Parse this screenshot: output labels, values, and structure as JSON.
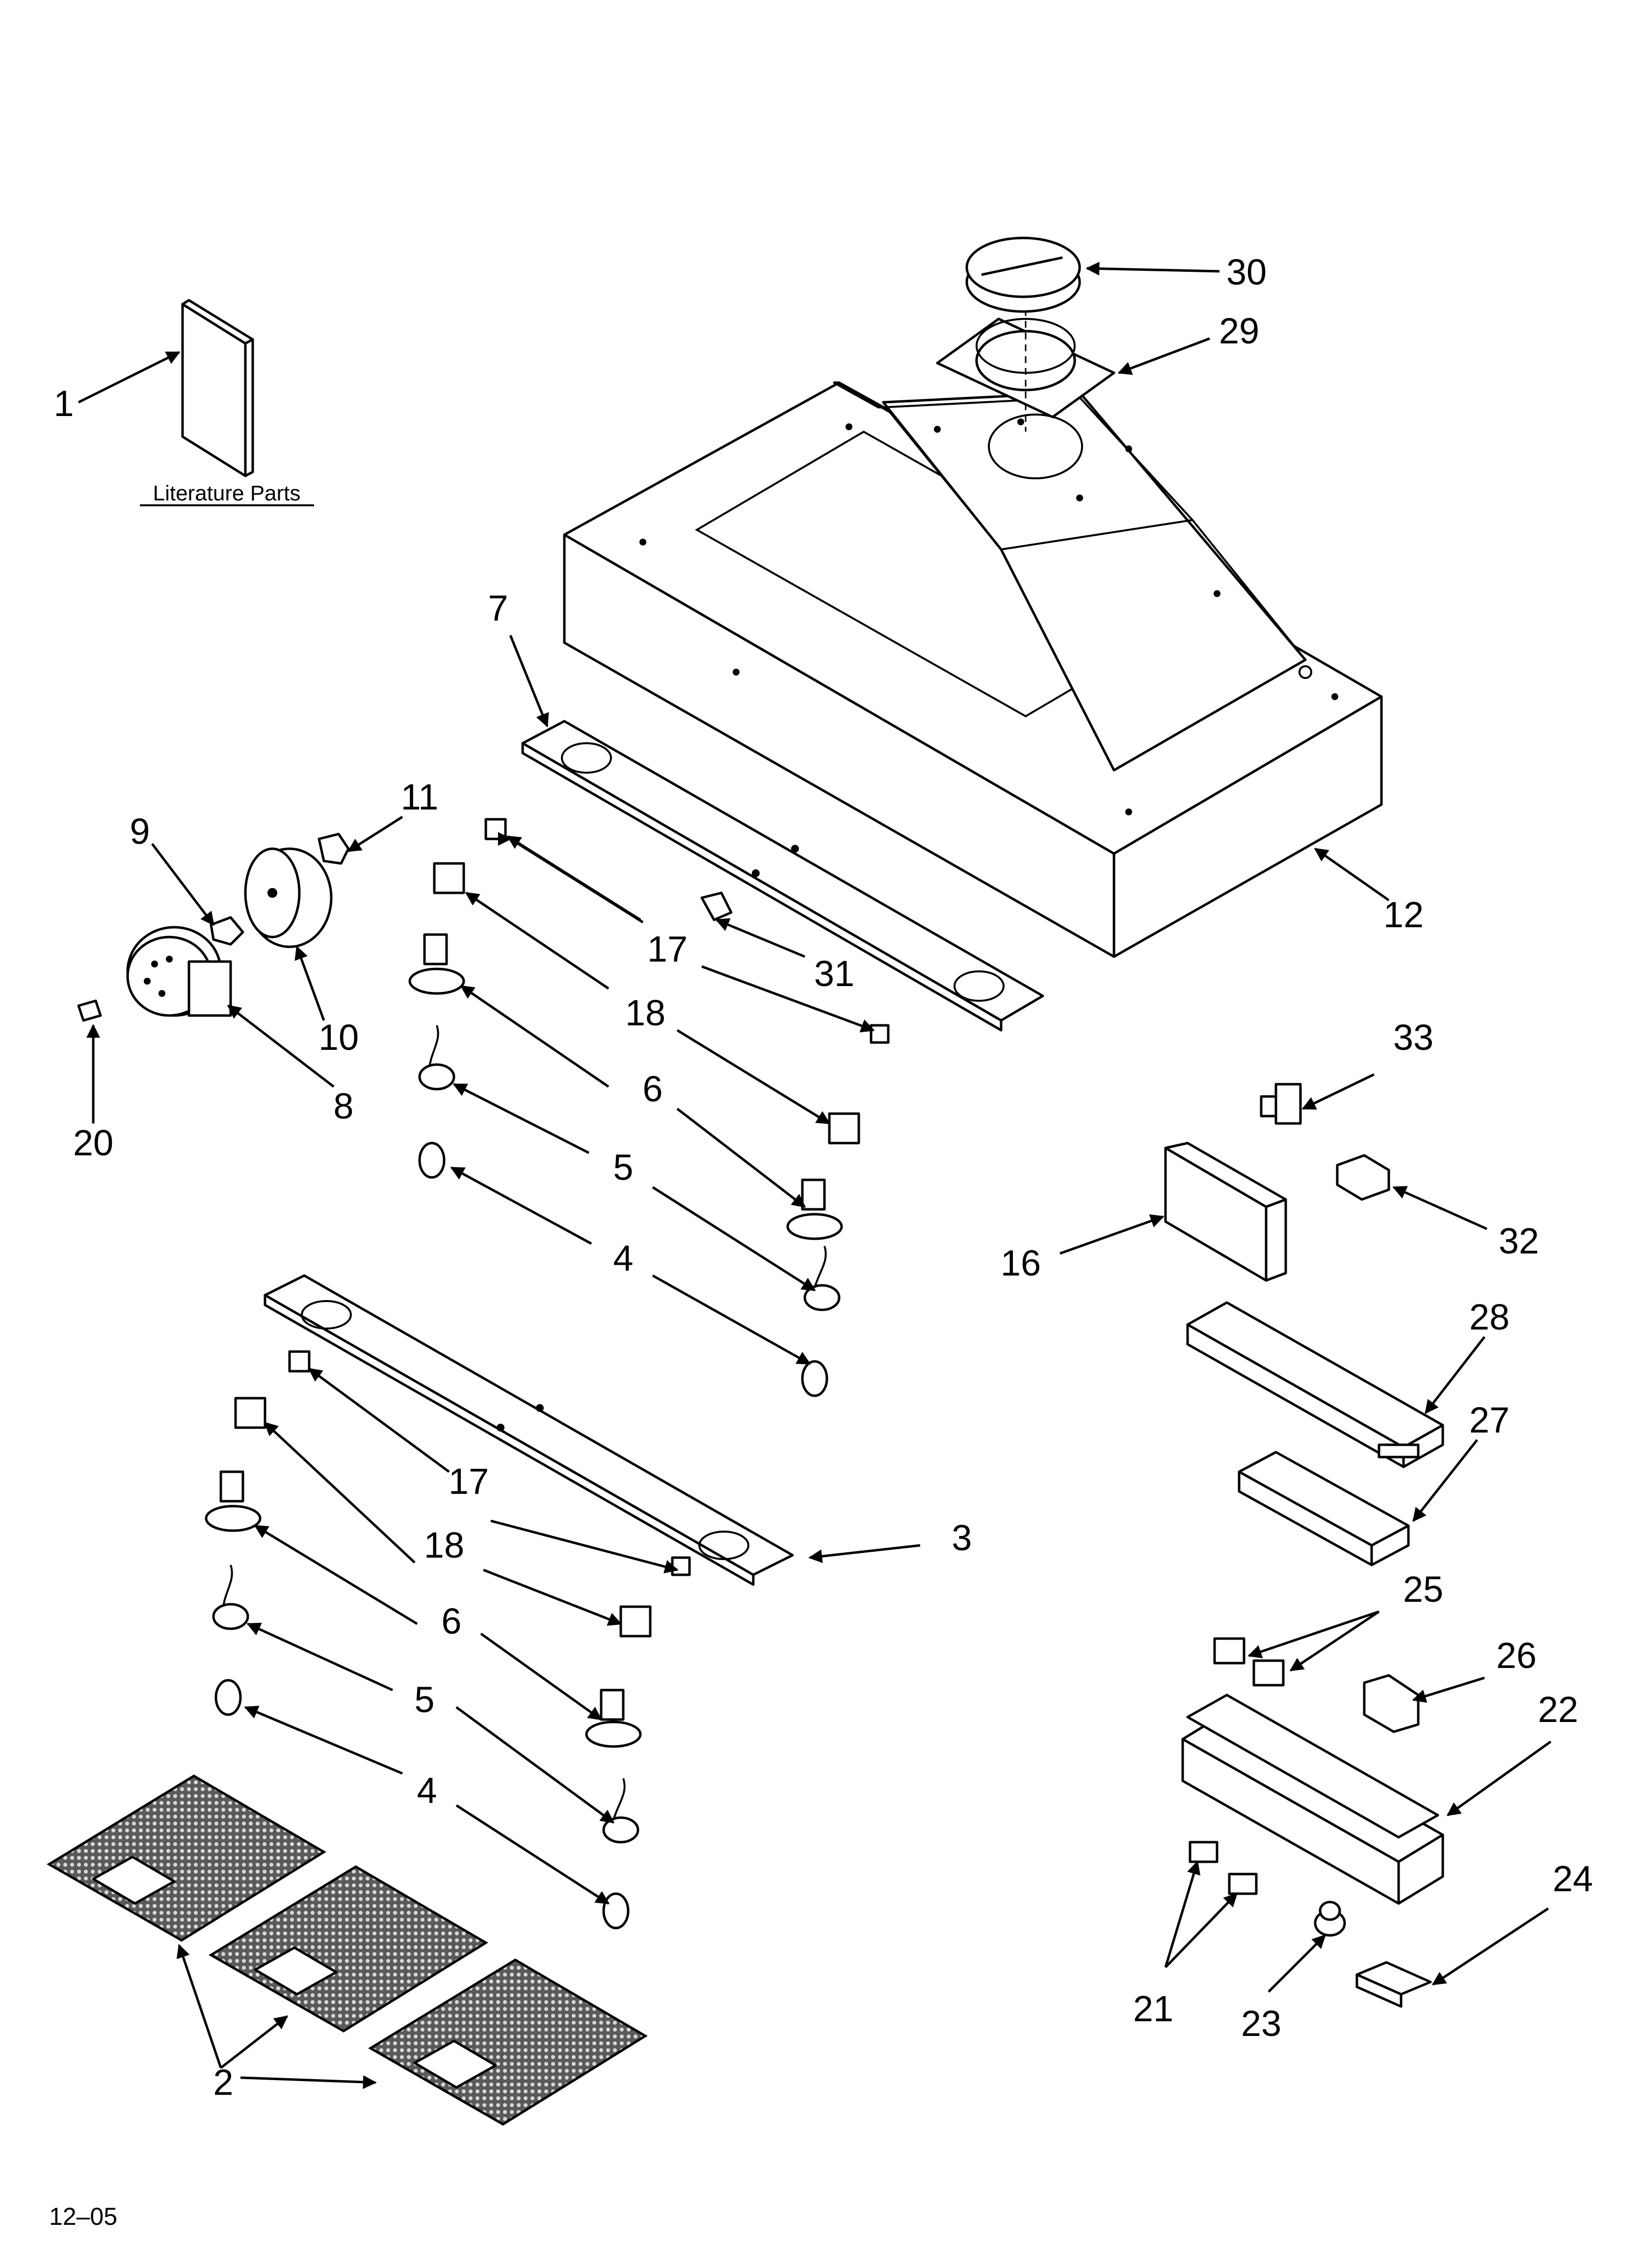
{
  "literature_caption": "Literature Parts",
  "date_code": "12–05",
  "part_labels": {
    "p1": "1",
    "p2": "2",
    "p3": "3",
    "p4a": "4",
    "p4b": "4",
    "p5a": "5",
    "p5b": "5",
    "p6a": "6",
    "p6b": "6",
    "p7": "7",
    "p8": "8",
    "p9": "9",
    "p10": "10",
    "p11": "11",
    "p12": "12",
    "p16": "16",
    "p17a": "17",
    "p17b": "17",
    "p18a": "18",
    "p18b": "18",
    "p20": "20",
    "p21": "21",
    "p22": "22",
    "p23": "23",
    "p24": "24",
    "p25": "25",
    "p26": "26",
    "p27": "27",
    "p28": "28",
    "p29": "29",
    "p30": "30",
    "p31": "31",
    "p32": "32",
    "p33": "33"
  }
}
